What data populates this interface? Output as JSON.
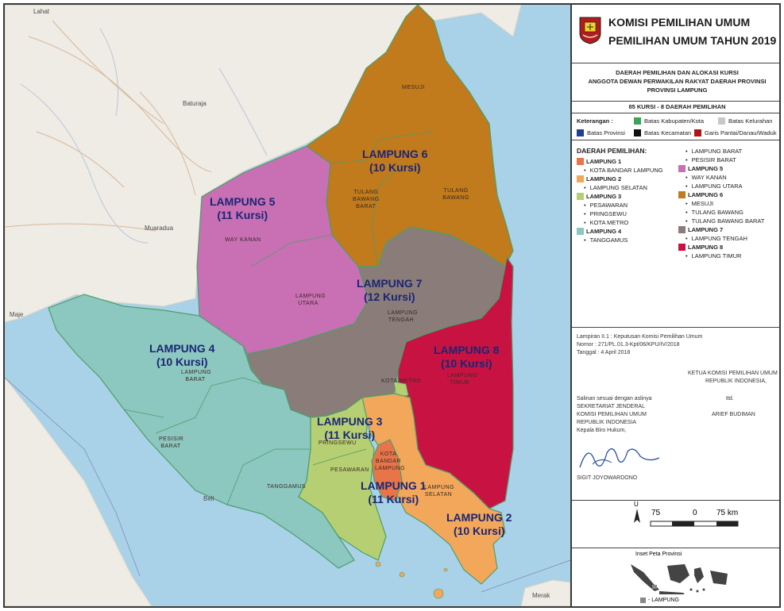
{
  "header": {
    "title_line1": "KOMISI PEMILIHAN UMUM",
    "title_line2": "PEMILIHAN UMUM TAHUN 2019"
  },
  "subtitle": {
    "line1": "DAERAH PEMILIHAN DAN ALOKASI KURSI",
    "line2": "ANGGOTA DEWAN PERWAKILAN RAKYAT DAERAH PROVINSI",
    "line3": "PROVINSI LAMPUNG"
  },
  "seat_summary": "85 KURSI - 8 DAERAH PEMILIHAN",
  "legend": {
    "label": "Keterangan :",
    "items": [
      {
        "label": "Batas Kabupaten/Kota",
        "color": "#3aa655"
      },
      {
        "label": "Batas Kelurahan",
        "color": "#c8c8c8"
      },
      {
        "label": "Batas Provinsi",
        "color": "#1f3f94"
      },
      {
        "label": "Batas Kecamatan",
        "color": "#111111"
      },
      {
        "label": "Garis Pantai/Danau/Waduk",
        "color": "#b01414"
      }
    ]
  },
  "dapil_list": {
    "heading": "DAERAH PEMILIHAN:",
    "groups": [
      {
        "name": "LAMPUNG 1",
        "color": "#e8754a",
        "items": [
          "KOTA BANDAR LAMPUNG"
        ]
      },
      {
        "name": "LAMPUNG 2",
        "color": "#f3a75b",
        "items": [
          "LAMPUNG SELATAN"
        ]
      },
      {
        "name": "LAMPUNG 3",
        "color": "#b6cf72",
        "items": [
          "PESAWARAN",
          "PRINGSEWU",
          "KOTA METRO"
        ]
      },
      {
        "name": "LAMPUNG 4",
        "color": "#8cc7c0",
        "items": [
          "TANGGAMUS",
          "LAMPUNG BARAT",
          "PESISIR BARAT"
        ]
      },
      {
        "name": "LAMPUNG 5",
        "color": "#c970b5",
        "items": [
          "WAY KANAN",
          "LAMPUNG UTARA"
        ]
      },
      {
        "name": "LAMPUNG 6",
        "color": "#c17a1c",
        "items": [
          "MESUJI",
          "TULANG BAWANG",
          "TULANG BAWANG BARAT"
        ]
      },
      {
        "name": "LAMPUNG 7",
        "color": "#8a7c78",
        "items": [
          "LAMPUNG TENGAH"
        ]
      },
      {
        "name": "LAMPUNG 8",
        "color": "#c81342",
        "items": [
          "LAMPUNG TIMUR"
        ]
      }
    ]
  },
  "decree": {
    "line1": "Lampiran  II.1 : Keputusan Komisi Pemilihan Umum",
    "line2": "Nomor   : 271/PL.01.3-Kpt/06/KPU/IV/2018",
    "line3": "Tanggal : 4 April 2018"
  },
  "signatories": {
    "chair_title1": "KETUA KOMISI PEMILIHAN UMUM",
    "chair_title2": "REPUBLIK INDONESIA,",
    "ttd": "ttd.",
    "chair_name": "ARIEF BUDIMAN",
    "copy_note": "Salinan sesuai dengan aslinya",
    "sec_line1": "SEKRETARIAT JENDERAL",
    "sec_line2": "KOMISI PEMILIHAN UMUM",
    "sec_line3": "REPUBLIK INDONESIA",
    "sec_line4": "Kepala Biro Hukum,",
    "sec_name": "SIGIT JOYOWARDONO"
  },
  "scale": {
    "north": "U",
    "left": "75",
    "mid": "0",
    "right": "75 km"
  },
  "inset": {
    "title": "Inset Peta Provinsi",
    "legend": "- LAMPUNG"
  },
  "map": {
    "districts": [
      {
        "key": "l1",
        "name": "LAMPUNG 1",
        "seats": "(11 Kursi)"
      },
      {
        "key": "l2",
        "name": "LAMPUNG 2",
        "seats": "(10 Kursi)"
      },
      {
        "key": "l3",
        "name": "LAMPUNG 3",
        "seats": "(11 Kursi)"
      },
      {
        "key": "l4",
        "name": "LAMPUNG 4",
        "seats": "(10 Kursi)"
      },
      {
        "key": "l5",
        "name": "LAMPUNG 5",
        "seats": "(11 Kursi)"
      },
      {
        "key": "l6",
        "name": "LAMPUNG 6",
        "seats": "(10 Kursi)"
      },
      {
        "key": "l7",
        "name": "LAMPUNG 7",
        "seats": "(12 Kursi)"
      },
      {
        "key": "l8",
        "name": "LAMPUNG 8",
        "seats": "(10 Kursi)"
      }
    ],
    "regencies": {
      "mesuji": "MESUJI",
      "tulang_bawang": "TULANG BAWANG",
      "tbb_1": "TULANG",
      "tbb_2": "BAWANG",
      "tbb_3": "BARAT",
      "way_kanan": "WAY KANAN",
      "lampung_utara": "LAMPUNG UTARA",
      "lampung_tengah": "LAMPUNG TENGAH",
      "lampung_barat": "LAMPUNG BARAT",
      "lampung_timur": "LAMPUNG TIMUR",
      "kota_metro": "KOTA METRO",
      "pringsewu": "PRINGSEWU",
      "pesawaran": "PESAWARAN",
      "kota_bandar": "KOTA BANDAR LAMPUNG",
      "lampung_selatan": "LAMPUNG SELATAN",
      "pesisir_barat": "PESISIR BARAT",
      "tanggamus": "TANGGAMUS"
    },
    "cities": {
      "lahat": "Lahat",
      "baturaja": "Baturaja",
      "muaradua": "Muaradua",
      "maje": "Maje",
      "bell": "Bell",
      "merak": "Merak"
    }
  }
}
